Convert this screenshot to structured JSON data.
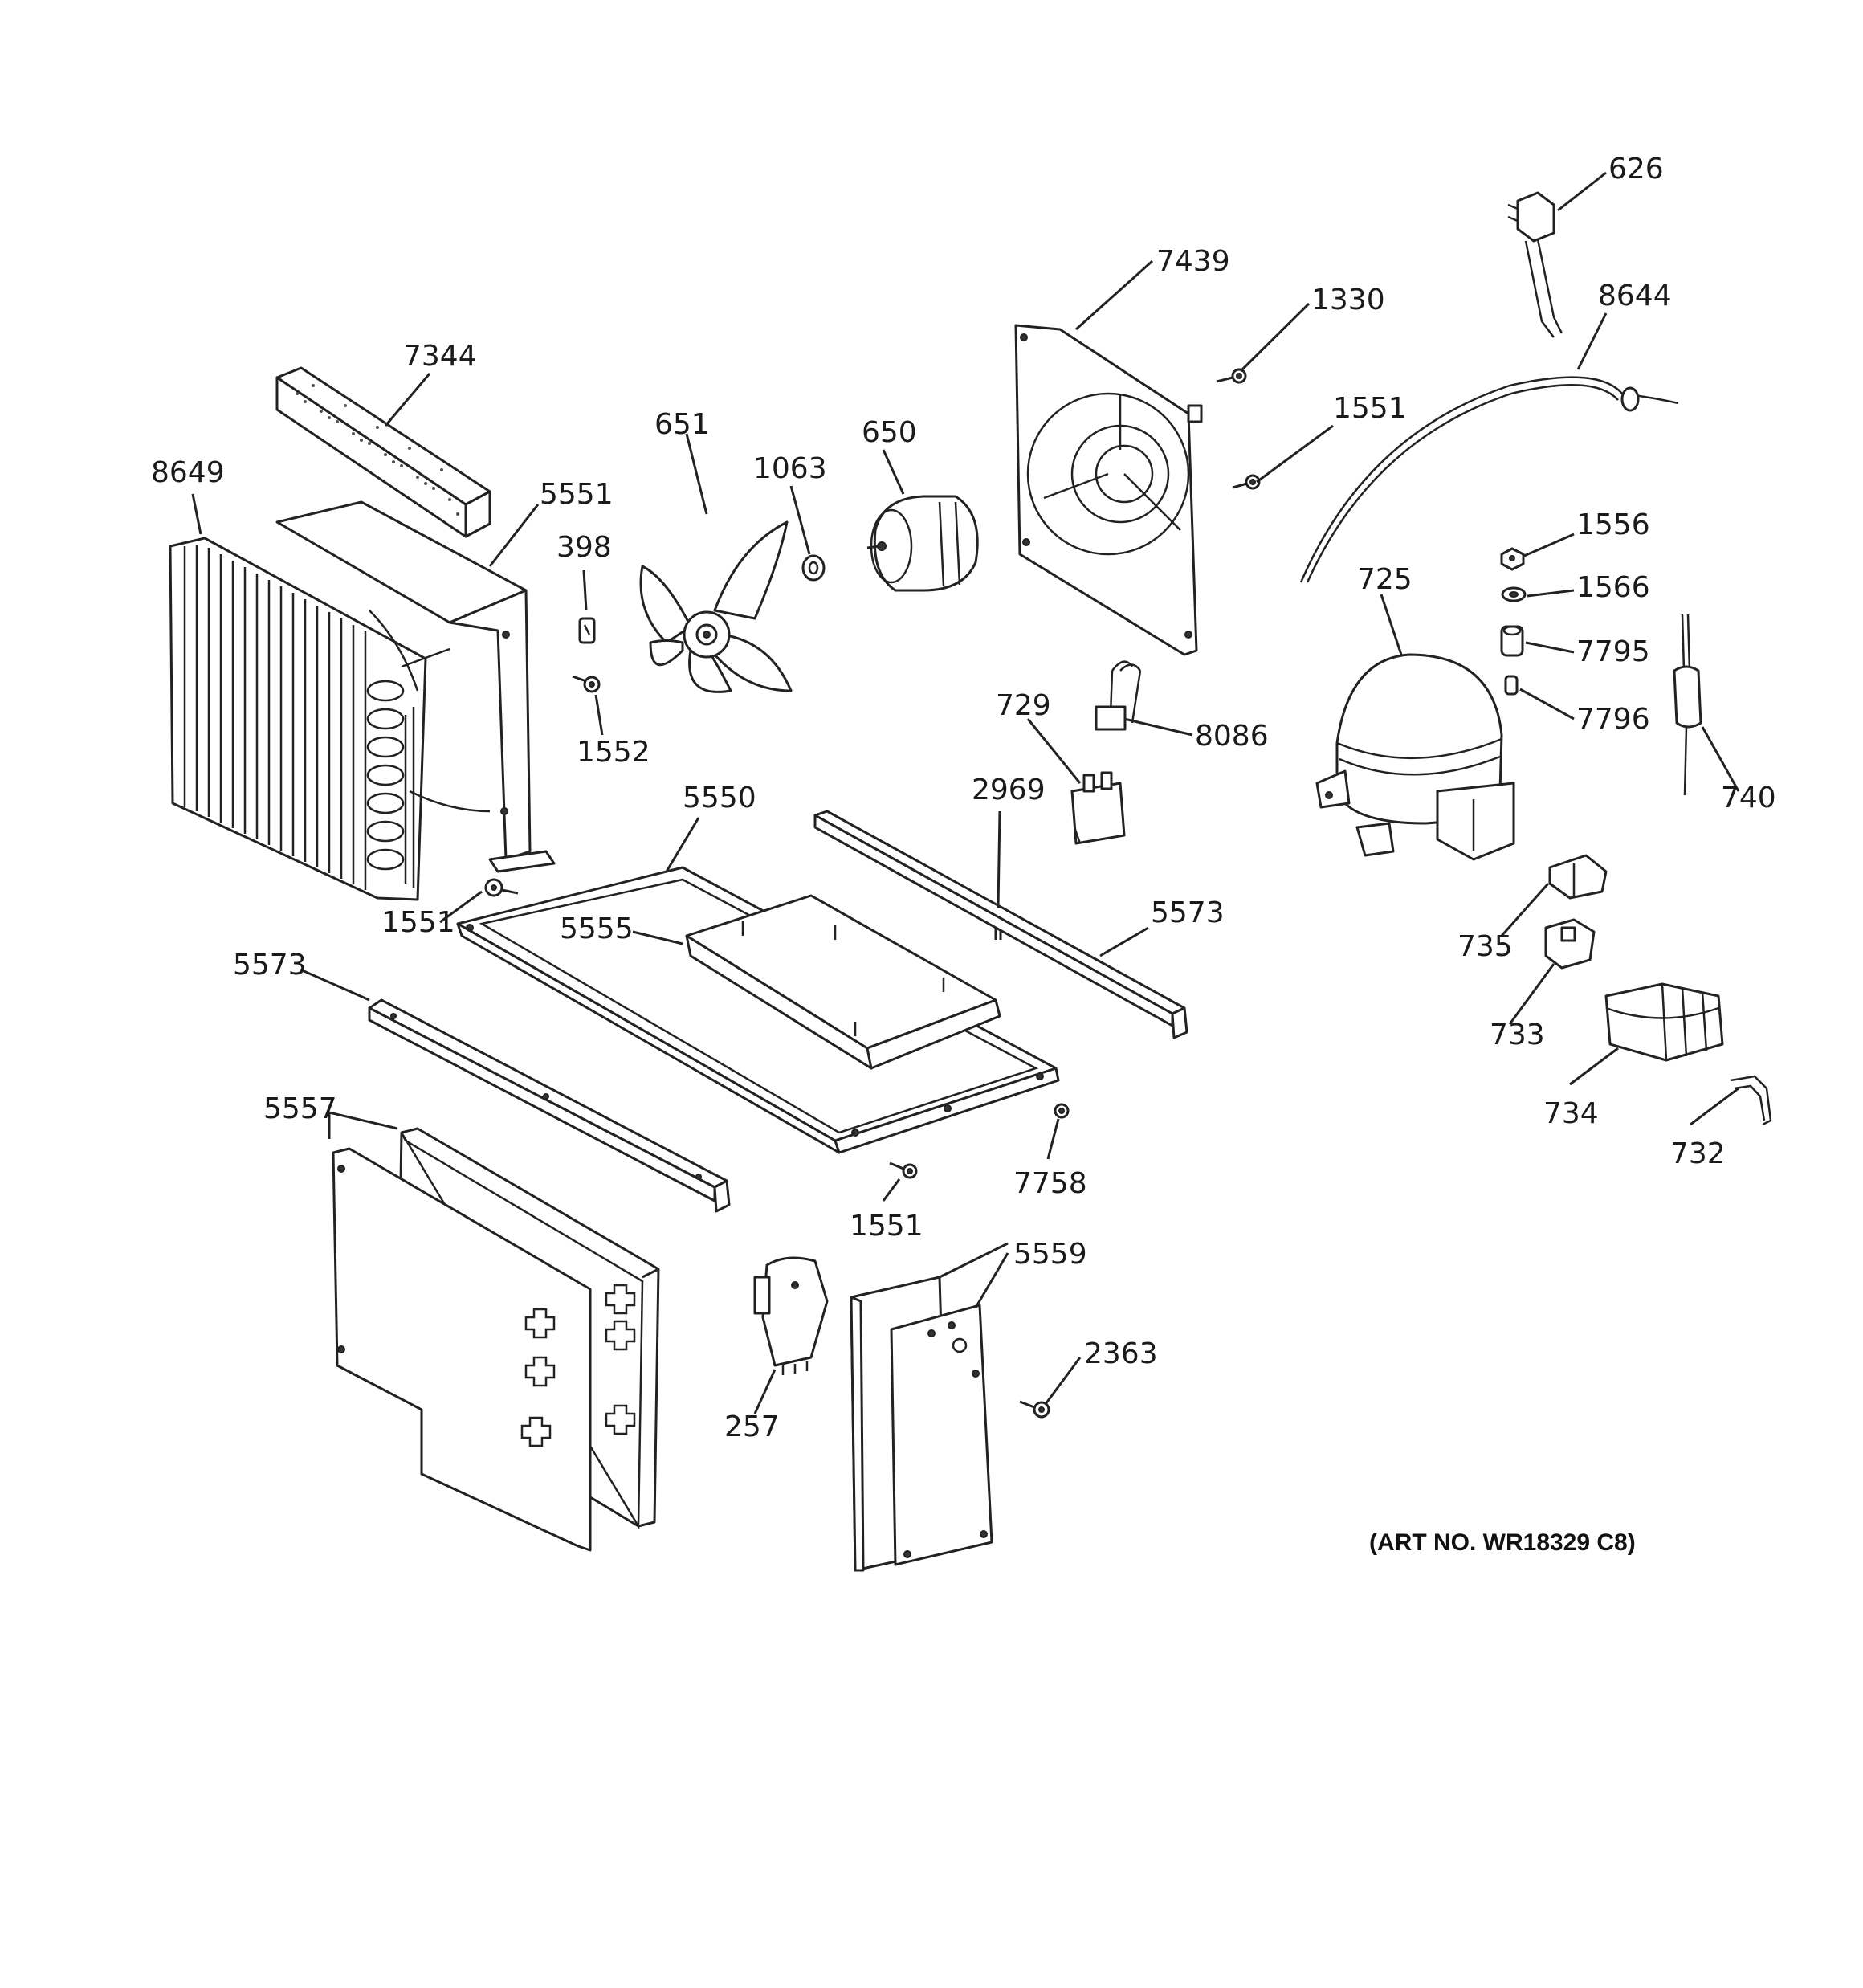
{
  "labels": {
    "p626": "626",
    "p7439": "7439",
    "p1330": "1330",
    "p8644": "8644",
    "p7344": "7344",
    "p651": "651",
    "p650": "650",
    "p1551a": "1551",
    "p1063": "1063",
    "p8649": "8649",
    "p5551": "5551",
    "p1556": "1556",
    "p398": "398",
    "p725": "725",
    "p1566": "1566",
    "p7795": "7795",
    "p1552": "1552",
    "p729": "729",
    "p8086": "8086",
    "p7796": "7796",
    "p5550": "5550",
    "p2969": "2969",
    "p740": "740",
    "p1551b": "1551",
    "p5555": "5555",
    "p5573a": "5573",
    "p735": "735",
    "p5573b": "5573",
    "p733": "733",
    "p5557": "5557",
    "p7758": "7758",
    "p734": "734",
    "p1551c": "1551",
    "p732": "732",
    "p5559": "5559",
    "p2363": "2363",
    "p257": "257"
  },
  "art_number": "(ART NO. WR18329 C8)"
}
